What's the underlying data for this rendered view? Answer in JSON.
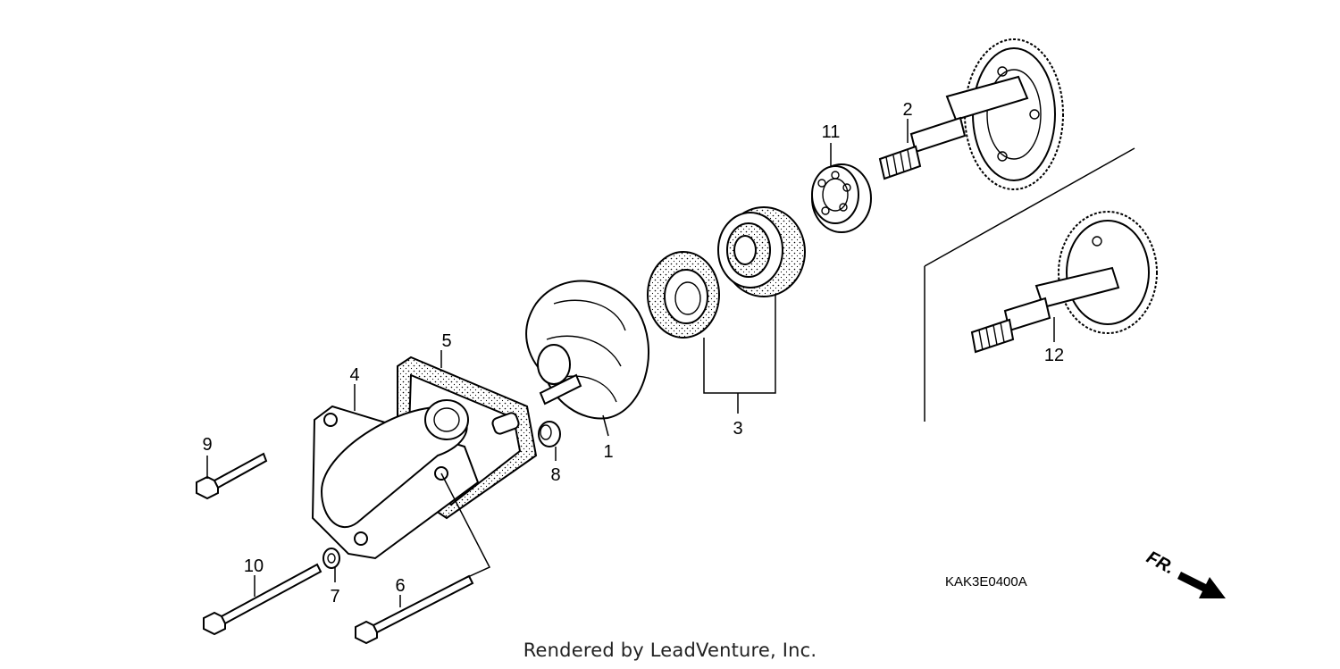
{
  "callouts": {
    "c1": "1",
    "c2": "2",
    "c3": "3",
    "c4": "4",
    "c5": "5",
    "c6": "6",
    "c7": "7",
    "c8": "8",
    "c9": "9",
    "c10": "10",
    "c11": "11",
    "c12": "12"
  },
  "diagram_code": "KAK3E0400A",
  "direction_label": "FR.",
  "credit": "Rendered by LeadVenture, Inc."
}
